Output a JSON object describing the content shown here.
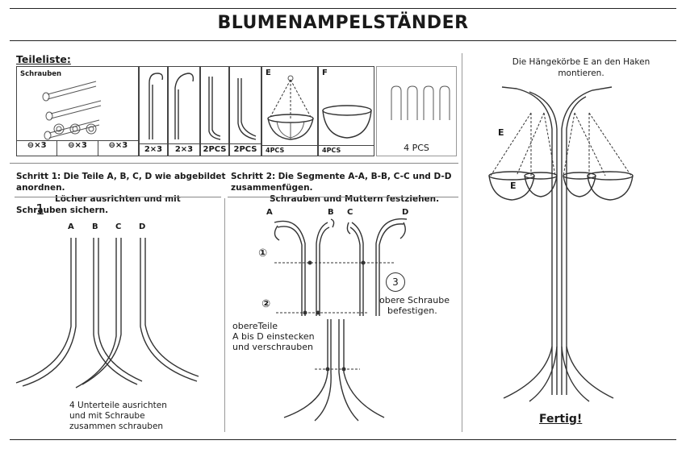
{
  "title": "BLUMENAMPELSTÄNDER",
  "parts": {
    "heading": "Teileliste:",
    "screws_label": "Schrauben",
    "screw_qty": [
      "×3",
      "×3",
      "×3"
    ],
    "hook_qty": [
      "2×3",
      "2×3"
    ],
    "segment_qty": [
      "2PCS",
      "2PCS"
    ],
    "basket_letter": "E",
    "basket_qty": "4PCS",
    "bowl_letter": "F",
    "bowl_qty": "4PCS",
    "pins_qty": "4 PCS"
  },
  "step1": {
    "label": "Schritt 1:",
    "line1": "Die Teile A, B, C, D wie abgebildet anordnen.",
    "line2": "Löcher ausrichten und mit Schrauben sichern.",
    "number": "1",
    "letters": [
      "A",
      "B",
      "C",
      "D"
    ],
    "note_lines": [
      "4 Unterteile ausrichten",
      "und mit Schraube",
      "zusammen schrauben"
    ]
  },
  "step2": {
    "label": "Schritt 2:",
    "line1": "Die Segmente A-A, B-B, C-C und D-D zusammenfügen.",
    "line2": "Schrauben und Muttern festziehen.",
    "letters": [
      "A",
      "B",
      "C",
      "D"
    ],
    "marker1": "①",
    "marker2": "②",
    "circle3": "3",
    "note3_lines": [
      "obere Schraube",
      "befestigen."
    ],
    "note_upper_lines": [
      "obereTeile",
      "A bis D einstecken",
      "und verschrauben"
    ]
  },
  "final": {
    "instruction_lines": [
      "Die Hängekörbe E an den Haken",
      "montieren."
    ],
    "label_e1": "E",
    "label_e2": "E",
    "done": "Fertig!"
  }
}
